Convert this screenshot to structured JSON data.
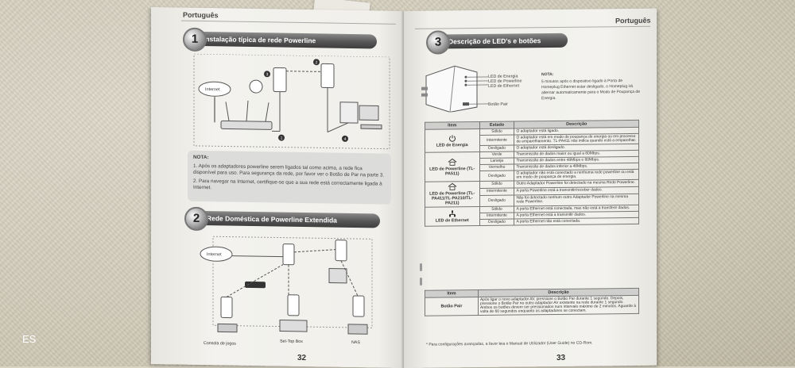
{
  "overlay_text": "ES",
  "left_page": {
    "header": "Português",
    "page_number": "32",
    "section1": {
      "number": "1",
      "title": "Instalação típica de rede Powerline",
      "internet_label": "Internet",
      "step_markers": [
        "1",
        "2",
        "3",
        "4"
      ]
    },
    "nota": {
      "title": "NOTA:",
      "items": [
        "1. Após os adaptadores powerline serem ligados tal como acima, a rede fica disponível para uso. Para segurança da rede, por favor ver o Botão de Par na parte 3.",
        "2. Para navegar na Internet, certifique-se que a sua rede está correctamente ligada à Internet."
      ]
    },
    "section2": {
      "number": "2",
      "title": "Rede Doméstica de Powerline Extendida",
      "internet_label": "Internet",
      "device_labels": [
        "Consola de jogos",
        "Set-Top Box",
        "NAS"
      ]
    }
  },
  "right_page": {
    "header": "Português",
    "page_number": "33",
    "section3": {
      "number": "3",
      "title": "Descrição de LED's e botões"
    },
    "led_callouts": [
      "LED de Energia",
      "LED de Powerline",
      "LED de Ethernet",
      "Botão Pair"
    ],
    "nota": {
      "title": "NOTA:",
      "text": "5 minutos após o dispositivo ligado à Porta de Homeplug Ethernet estar desligado, o Homeplug irá alternar automaticamente para o Modo de Poupança de Energia."
    },
    "led_table": {
      "headers": [
        "Item",
        "Estado",
        "Descrição"
      ],
      "groups": [
        {
          "item": "LED de Energia",
          "icon": "power-icon",
          "rows": [
            {
              "state": "Sólido",
              "desc": "O adaptador está ligado."
            },
            {
              "state": "Intermitente",
              "desc": "O adaptador está em modo de poupança de energia ou em processo de emparelhamento. TL-PA411 não indica quando está a emparelhar."
            },
            {
              "state": "Desligado",
              "desc": "O adaptador está desligado."
            }
          ]
        },
        {
          "item": "LED de Powerline (TL-PA511)",
          "icon": "house-icon",
          "rows": [
            {
              "state": "Verde",
              "desc": "Transmissão de dados maior ou igual a 80Mbps."
            },
            {
              "state": "Laranja",
              "desc": "Transmissão de dados entre 48Mbps e 80Mbps."
            },
            {
              "state": "Vermelho",
              "desc": "Transmissão de dados inferior a 48Mbps."
            },
            {
              "state": "Desligado",
              "desc": "O adaptador não está conectado a nenhuma rede powerline ou está em modo de poupança de energia."
            }
          ]
        },
        {
          "item": "LED de Powerline (TL-PA411/TL-PA210/TL-PA211)",
          "icon": "house-icon",
          "rows": [
            {
              "state": "Sólido",
              "desc": "Outro Adaptador Powerline foi detectado na mesma Rede Powerline."
            },
            {
              "state": "Intermitente",
              "desc": "A porta Powerline está a transmitir/receber dados."
            },
            {
              "state": "Desligado",
              "desc": "Não foi detectado nenhum outro Adaptador Powerline na mesma rede Powerline."
            }
          ]
        },
        {
          "item": "LED de Ethernet",
          "icon": "ethernet-icon",
          "rows": [
            {
              "state": "Sólido",
              "desc": "A porta Ethernet está conectada, mas não está a transferir dados."
            },
            {
              "state": "Intermitente",
              "desc": "A porta Ethernet está a transmitir dados."
            },
            {
              "state": "Desligado",
              "desc": "A porta Ethernet não está conectada."
            }
          ]
        }
      ]
    },
    "button_table": {
      "headers": [
        "Item",
        "Descrição"
      ],
      "item": "Botão Pair",
      "desc": "Após ligar o novo adaptador AV, pressione o Botão Par durante 1 segundo. Depois, pressione o Botão Par no outro adaptador AV existente na rede durante 1 segundo. Ambos os botões devem ser pressionados num intervalo máximo de 2 minutos. Aguarde à volta de 60 segundos enquanto os adaptadores se conectam."
    },
    "footnote": "* Para configurações avançadas, a favor leia o Manual de Utilizador (User Guide) no CD-Rom."
  },
  "colors": {
    "page": "#f2f1ec",
    "section_bar": "#555555",
    "nota_bg": "#dcdcda",
    "table_header": "#cfcfcd"
  }
}
